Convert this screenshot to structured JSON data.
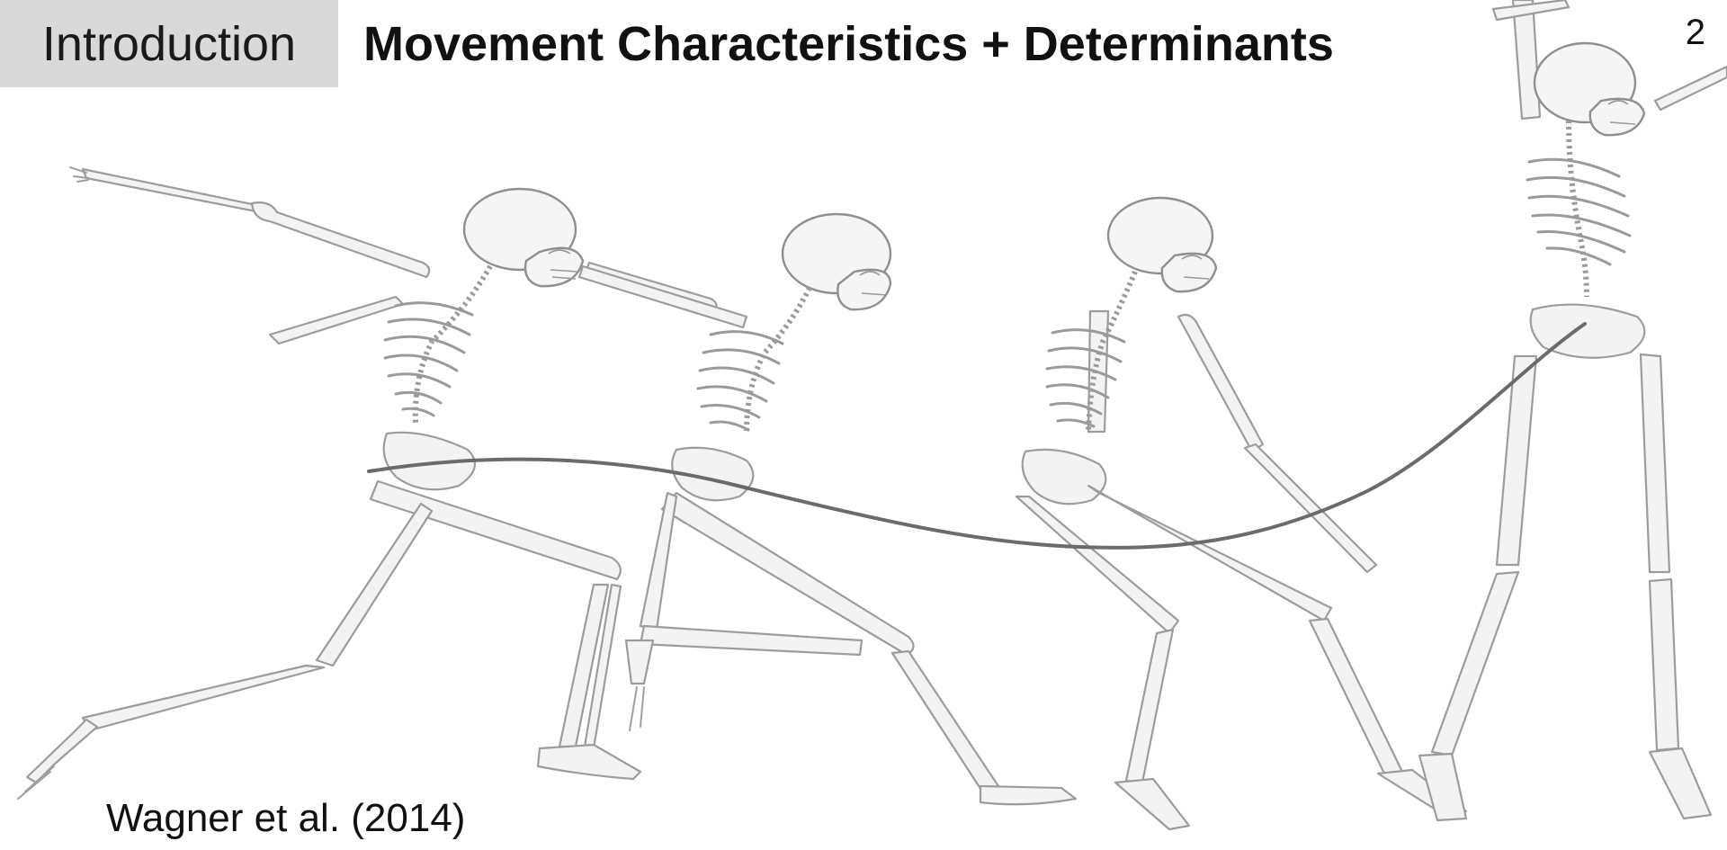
{
  "header": {
    "section_label": "Introduction",
    "title": "Movement Characteristics + Determinants",
    "page_number": "2"
  },
  "figure": {
    "subject": "skeleton-walking-sequence",
    "trajectory_color": "#6b6b6b",
    "bone_color": "#f2f2f2",
    "bone_outline": "#a8a8a8"
  },
  "citation": "Wagner et al. (2014)",
  "colors": {
    "section_tab_bg": "#d9d9d9",
    "text": "#111111",
    "background": "#ffffff"
  }
}
